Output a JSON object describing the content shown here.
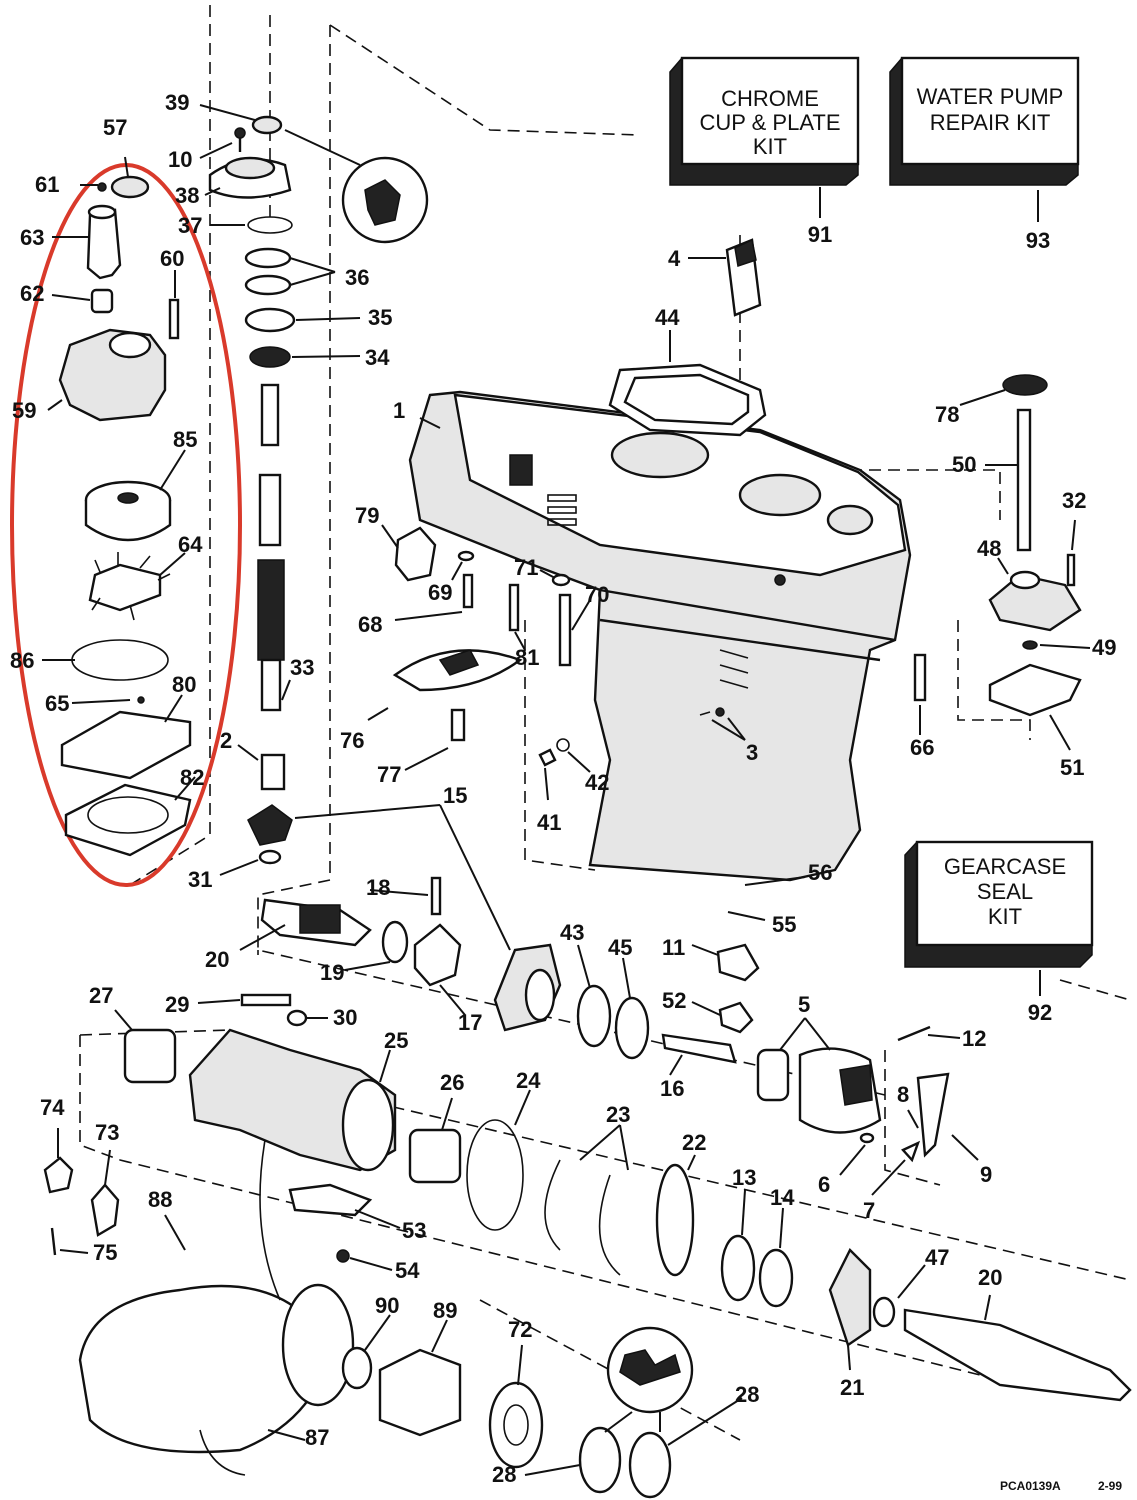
{
  "kits": {
    "chrome": {
      "line1": "CHROME",
      "line2": "CUP & PLATE",
      "line3": "KIT",
      "ref": "91"
    },
    "water_pump": {
      "line1": "WATER PUMP",
      "line2": "REPAIR KIT",
      "ref": "93"
    },
    "gearcase": {
      "line1": "GEARCASE",
      "line2": "SEAL",
      "line3": "KIT",
      "ref": "92"
    }
  },
  "labels": {
    "p1": "1",
    "p2": "2",
    "p3": "3",
    "p4": "4",
    "p5": "5",
    "p6": "6",
    "p7": "7",
    "p8": "8",
    "p9": "9",
    "p10": "10",
    "p11": "11",
    "p12": "12",
    "p13": "13",
    "p14": "14",
    "p15": "15",
    "p16": "16",
    "p17": "17",
    "p18": "18",
    "p19": "19",
    "p20a": "20",
    "p20b": "20",
    "p21": "21",
    "p22": "22",
    "p23": "23",
    "p24": "24",
    "p25": "25",
    "p26": "26",
    "p27": "27",
    "p28a": "28",
    "p28b": "28",
    "p29": "29",
    "p30": "30",
    "p31": "31",
    "p32": "32",
    "p33": "33",
    "p34": "34",
    "p35": "35",
    "p36": "36",
    "p37": "37",
    "p38": "38",
    "p39": "39",
    "p41": "41",
    "p42": "42",
    "p43": "43",
    "p44": "44",
    "p45": "45",
    "p47": "47",
    "p48": "48",
    "p49": "49",
    "p50": "50",
    "p51": "51",
    "p52": "52",
    "p53": "53",
    "p54": "54",
    "p55": "55",
    "p56": "56",
    "p57": "57",
    "p59": "59",
    "p60": "60",
    "p61": "61",
    "p62": "62",
    "p63": "63",
    "p64": "64",
    "p65": "65",
    "p66": "66",
    "p68": "68",
    "p69": "69",
    "p70": "70",
    "p71": "71",
    "p72": "72",
    "p73": "73",
    "p74": "74",
    "p75": "75",
    "p76": "76",
    "p77": "77",
    "p78": "78",
    "p79": "79",
    "p80": "80",
    "p81": "81",
    "p82": "82",
    "p85": "85",
    "p86": "86",
    "p87": "87",
    "p88": "88",
    "p89": "89",
    "p90": "90"
  },
  "footer": {
    "code": "PCA0139A",
    "date": "2-99"
  },
  "colors": {
    "highlight": "#d93a2b",
    "ink": "#111111"
  }
}
